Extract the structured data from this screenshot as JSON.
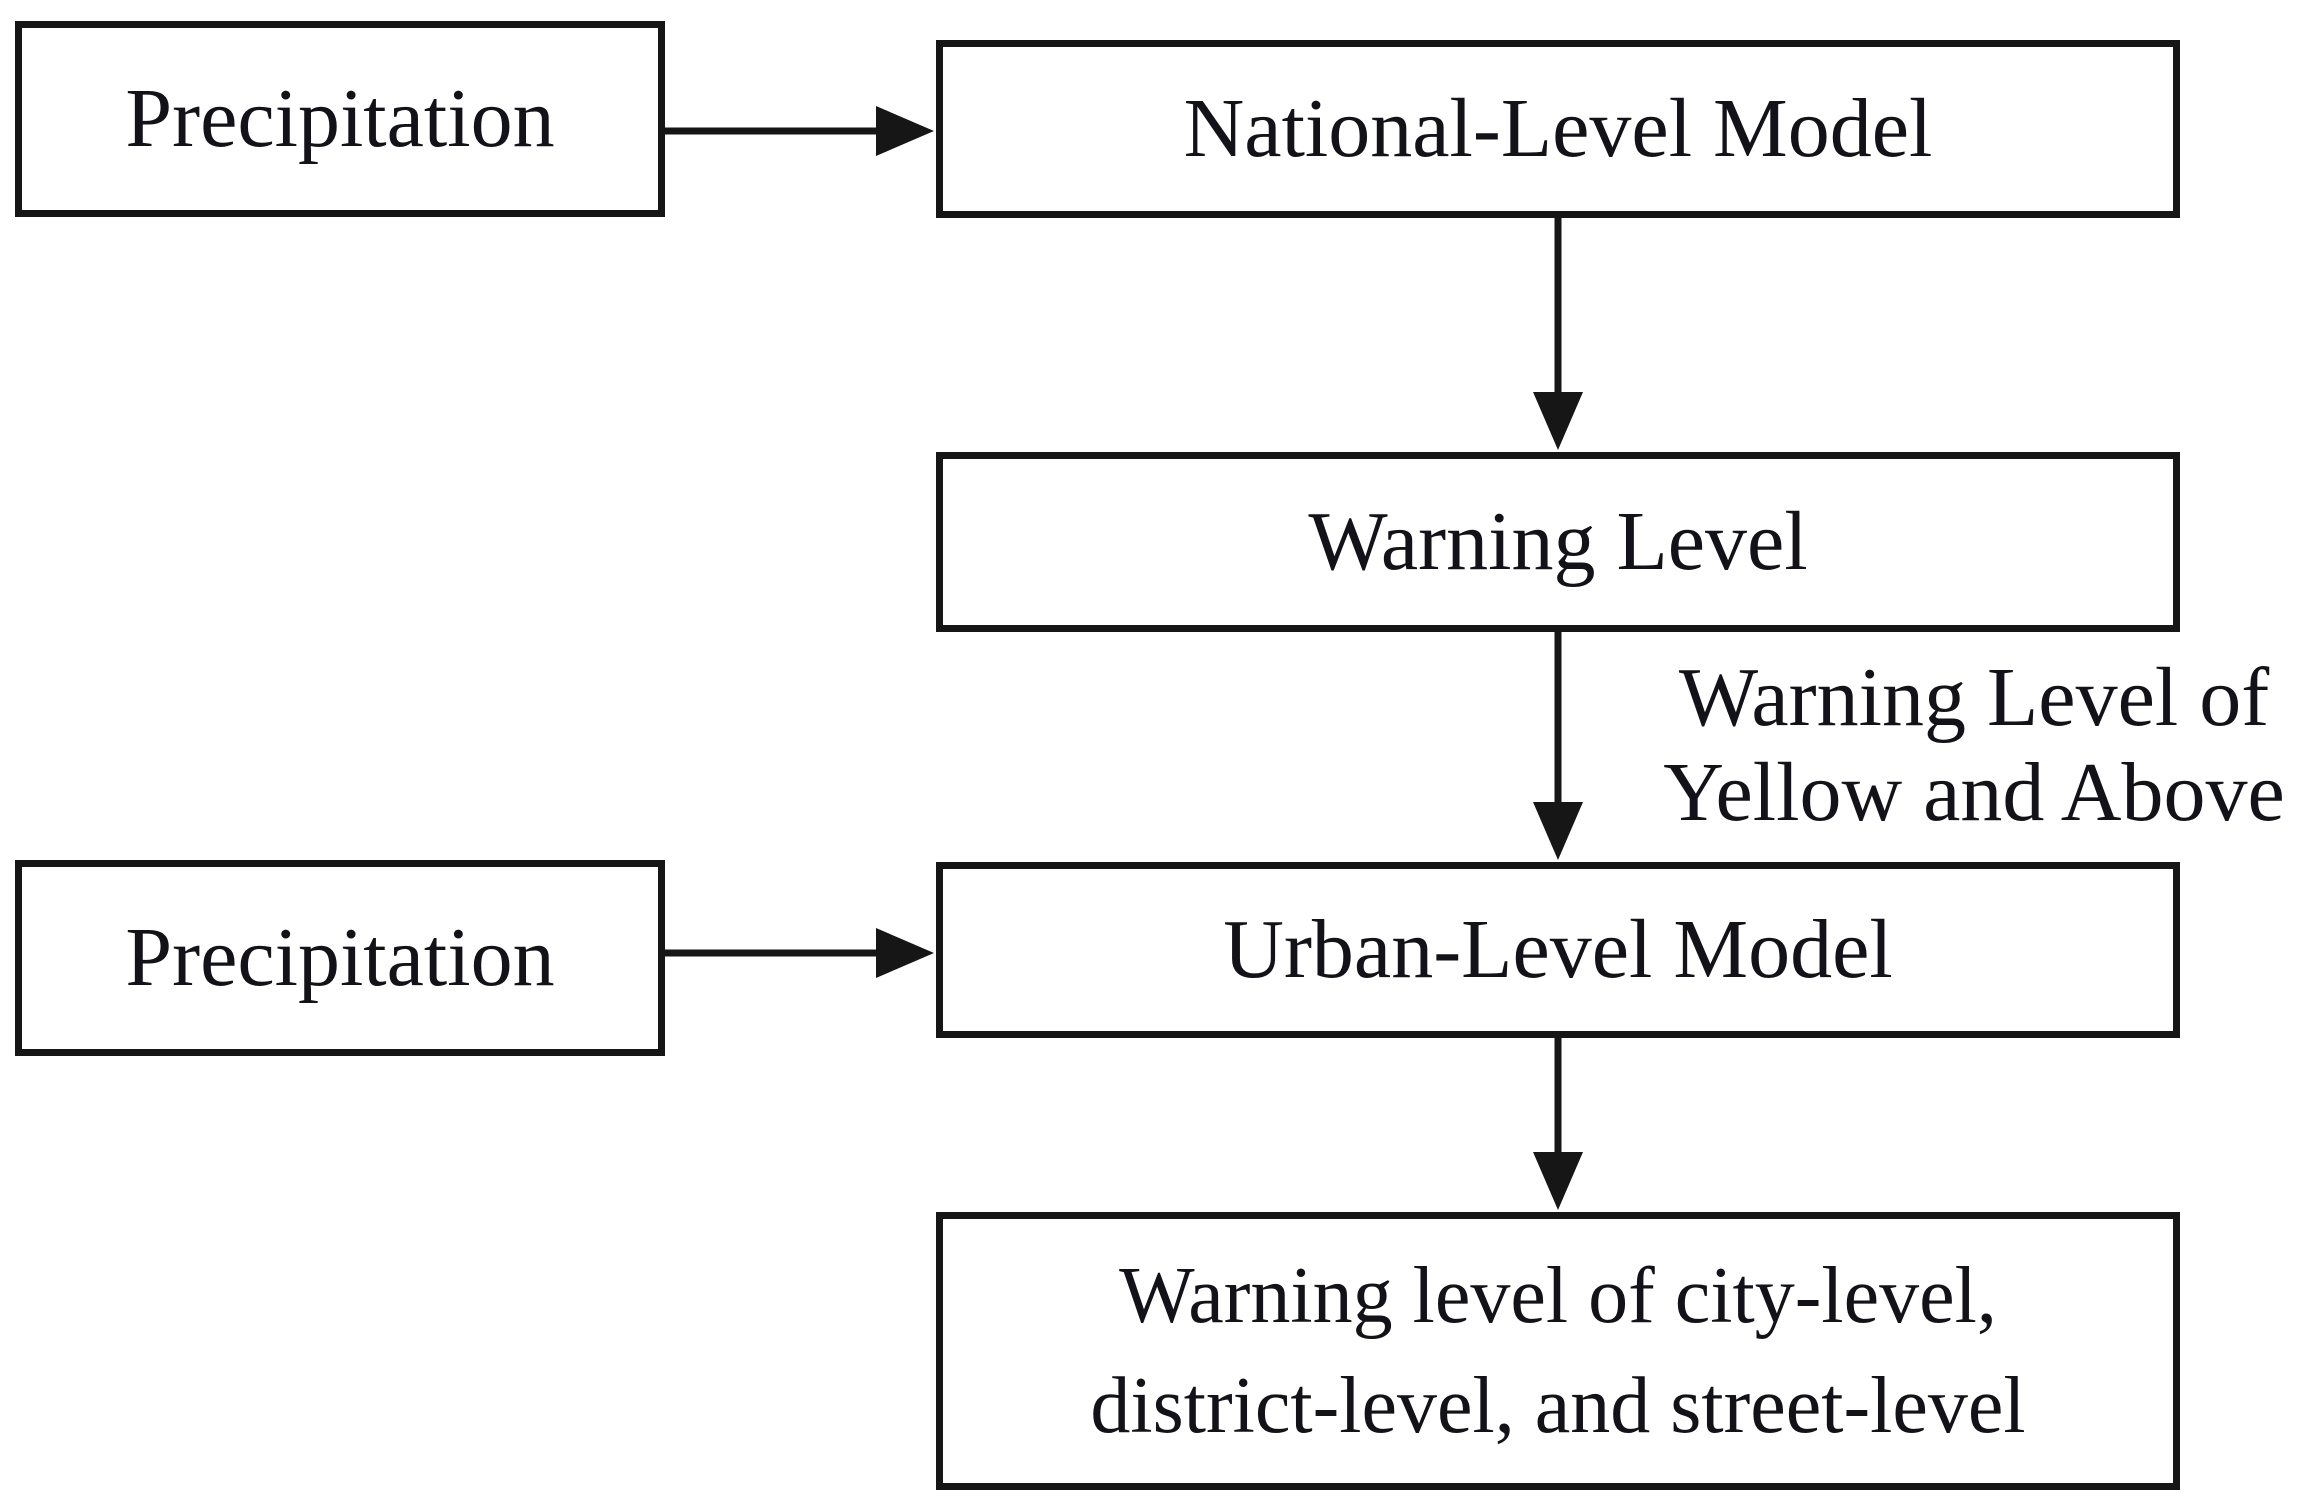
{
  "diagram": {
    "title": "Two-stage precipitation warning model flowchart",
    "theme": {
      "background": "#ffffff",
      "line_color": "#161616",
      "text_color": "#121218"
    },
    "nodes": {
      "precipitation_top": {
        "label": "Precipitation"
      },
      "national_model": {
        "label": "National-Level Model"
      },
      "warning_level": {
        "label": "Warning Level"
      },
      "precipitation_bottom": {
        "label": "Precipitation"
      },
      "urban_model": {
        "label": "Urban-Level Model"
      },
      "warning_output": {
        "line1": "Warning level of city-level,",
        "line2": "district-level, and street-level"
      }
    },
    "edge_labels": {
      "yellow_and_above": {
        "line1": "Warning Level of",
        "line2": "Yellow and Above"
      }
    }
  }
}
